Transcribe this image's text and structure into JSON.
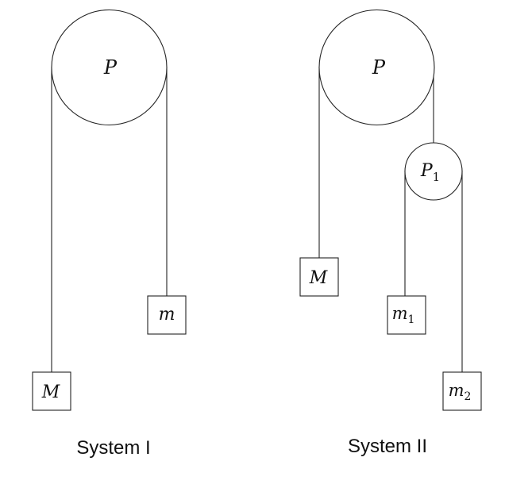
{
  "system1": {
    "caption": "System I",
    "pulley_label": "P",
    "mass_large_label": "M",
    "mass_small_label": "m"
  },
  "system2": {
    "caption": "System II",
    "pulley_label": "P",
    "pulley_small_label_base": "P",
    "pulley_small_label_sub": "1",
    "mass_large_label": "M",
    "mass_1_label_base": "m",
    "mass_1_label_sub": "1",
    "mass_2_label_base": "m",
    "mass_2_label_sub": "2"
  }
}
